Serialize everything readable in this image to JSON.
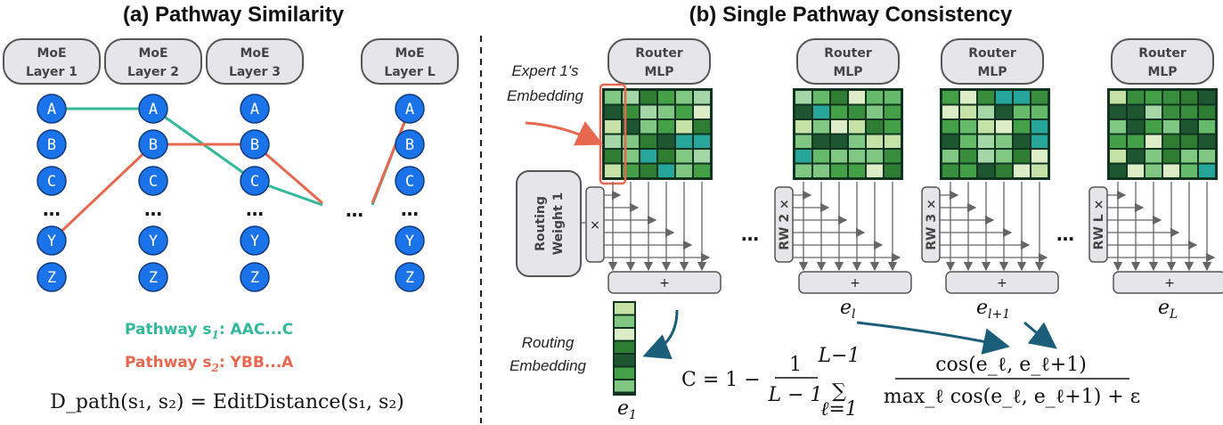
{
  "left": {
    "title": "(a) Pathway Similarity",
    "layers": [
      {
        "line1": "MoE",
        "line2": "Layer 1"
      },
      {
        "line1": "MoE",
        "line2": "Layer 2"
      },
      {
        "line1": "MoE",
        "line2": "Layer 3"
      },
      {
        "line1": "MoE",
        "line2": "Layer L"
      }
    ],
    "node_labels": [
      "A",
      "B",
      "C",
      "…",
      "Y",
      "Z"
    ],
    "between_dots": "…",
    "pathway1_label": "Pathway s",
    "pathway1_sub": "1",
    "pathway1_seq": ": AAC...C",
    "pathway2_label": "Pathway s",
    "pathway2_sub": "2",
    "pathway2_seq": ": YBB...A",
    "formula": "D_path(s₁, s₂) = EditDistance(s₁, s₂)",
    "colors": {
      "node": "#1a73e8",
      "path1": "#33b89a",
      "path2": "#e8684f"
    }
  },
  "right": {
    "title": "(b) Single Pathway Consistency",
    "router_line1": "Router",
    "router_line2": "MLP",
    "expert_label_1": "Expert 1's",
    "expert_label_2": "Embedding",
    "routing_weight_1": "Routing",
    "routing_weight_2": "Weight 1",
    "rw_labels": [
      "RW 2 ×",
      "RW 3 ×",
      "RW L ×"
    ],
    "times": "×",
    "plus": "+",
    "between_dots": "…",
    "routing_embedding_1": "Routing",
    "routing_embedding_2": "Embedding",
    "e_labels": [
      {
        "base": "e",
        "sub": "1"
      },
      {
        "base": "e",
        "sub": "l"
      },
      {
        "base": "e",
        "sub": "l+1"
      },
      {
        "base": "e",
        "sub": "L"
      }
    ],
    "formula_lhs": "C = 1 −",
    "formula_num": "1",
    "formula_den": "L − 1",
    "formula_sum_top": "L−1",
    "formula_sum_bot": "ℓ=1",
    "formula_frac_num": "cos(e_ℓ, e_ℓ+1)",
    "formula_frac_den": "max_ℓ cos(e_ℓ, e_ℓ+1) + ε",
    "colors": {
      "arrow": "#1a5e7a",
      "highlight": "#e8684f"
    }
  }
}
